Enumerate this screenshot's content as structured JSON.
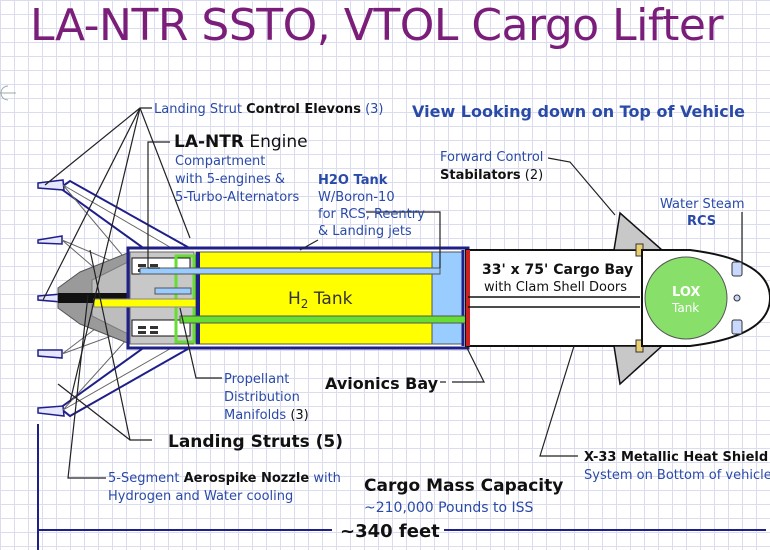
{
  "title": "LA-NTR SSTO, VTOL Cargo Lifter",
  "view_caption": "View Looking down on Top of Vehicle",
  "labels": {
    "landing_strut_prefix": "Landing Strut ",
    "control_elevons": "Control Elevons",
    "control_elevons_count": " (3)",
    "engine_main": "LA-NTR",
    "engine_suffix": " Engine",
    "engine_line1": "Compartment",
    "engine_line2": "with 5-engines &",
    "engine_line3": "5-Turbo-Alternators",
    "h2o_title": "H2O Tank",
    "h2o_line1": "W/Boron-10",
    "h2o_line2": "for RCS, Reentry",
    "h2o_line3": "& Landing jets",
    "fwd_line1": "Forward Control",
    "fwd_main": "Stabilators",
    "fwd_count": " (2)",
    "water_line1": "Water Steam",
    "water_line2": "RCS",
    "h2_tank_prefix": "H",
    "h2_tank_sub": "2",
    "h2_tank_suffix": " Tank",
    "cargo_bay_line1": "33' x 75' Cargo Bay",
    "cargo_bay_line2": "with Clam Shell Doors",
    "lox_line1": "LOX",
    "lox_line2": "Tank",
    "propellant_line1": "Propellant",
    "propellant_line2": "Distribution",
    "propellant_line3": "Manifolds",
    "propellant_count": " (3)",
    "avionics": "Avionics Bay",
    "landing_struts": "Landing Struts (5)",
    "heatshield_line1": "X-33 Metallic Heat Shield",
    "heatshield_line2": "System on Bottom of vehicle",
    "nozzle_prefix": "5-Segment ",
    "nozzle_main": "Aerospike Nozzle",
    "nozzle_suffix": " with",
    "nozzle_line2": "Hydrogen and Water cooling",
    "cargo_mass_title": "Cargo Mass Capacity",
    "cargo_mass_value": "~210,000 Pounds to ISS",
    "length": "~340 feet"
  },
  "colors": {
    "title": "#7a1e7a",
    "navy": "#1f1f8a",
    "blue_text": "#2a4aa8",
    "h2_tank": "#ffff00",
    "h2o_tank": "#99ccff",
    "lox_tank": "#88e06a",
    "green_pipe": "#66dd33",
    "blue_pipe": "#99ccff",
    "nose_gray": "#d8d8d8",
    "stabilator": "#c8c8c8",
    "rcs_port": "#c8d8ff"
  }
}
